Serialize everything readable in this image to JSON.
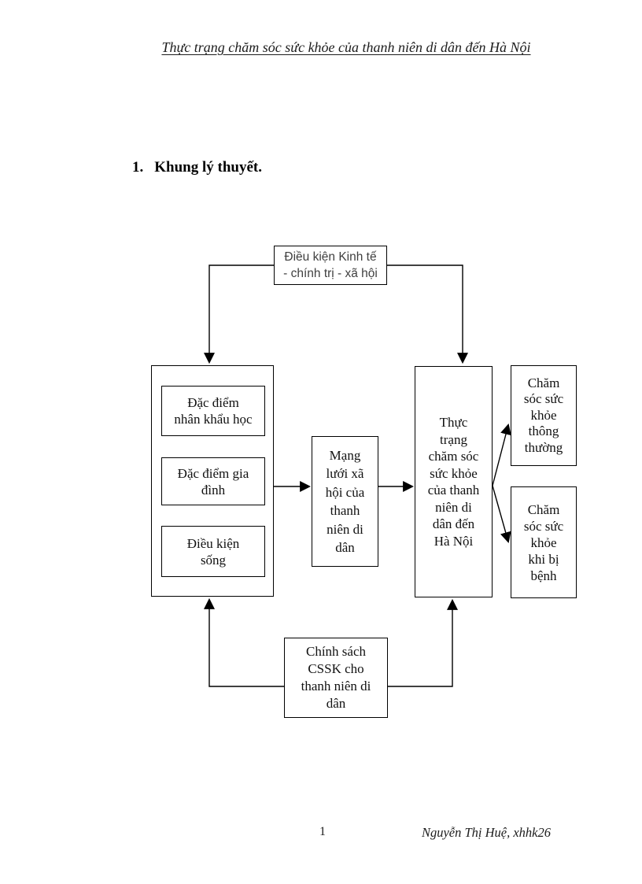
{
  "header": {
    "title": "Thực trạng chăm sóc sức khỏe của thanh niên di dân đến Hà Nội"
  },
  "section": {
    "number": "1.",
    "title": "Khung lý thuyết."
  },
  "diagram": {
    "economic_box": {
      "lines": [
        "Điều kiện Kinh tế",
        "- chính trị - xã hội"
      ]
    },
    "demographic_box": {
      "lines": [
        "Đặc điểm",
        "nhân khẩu học"
      ]
    },
    "family_box": {
      "lines": [
        "Đặc điểm gia",
        "đình"
      ]
    },
    "living_box": {
      "lines": [
        "Điều kiện",
        "sống"
      ]
    },
    "network_box": {
      "lines": [
        "Mạng",
        "lưới xã",
        "hội của",
        "thanh",
        "niên di",
        "dân"
      ]
    },
    "status_box": {
      "lines": [
        "Thực",
        "trạng",
        "chăm sóc",
        "sức khỏe",
        "của thanh",
        "niên di",
        "dân đến",
        "Hà Nội"
      ]
    },
    "routine_care_box": {
      "lines": [
        "Chăm",
        "sóc sức",
        "khỏe",
        "thông",
        "thường"
      ]
    },
    "illness_care_box": {
      "lines": [
        "Chăm",
        "sóc sức",
        "khỏe",
        "khi bị",
        "bệnh"
      ]
    },
    "policy_box": {
      "lines": [
        "Chính sách",
        "CSSK cho",
        "thanh niên di",
        "dân"
      ]
    }
  },
  "footer": {
    "page_number": "1",
    "author": "Nguyễn Thị Huệ, xhhk26"
  },
  "colors": {
    "line": "#000000",
    "economic_text": "#3f3f3f",
    "body_text": "#111111"
  }
}
